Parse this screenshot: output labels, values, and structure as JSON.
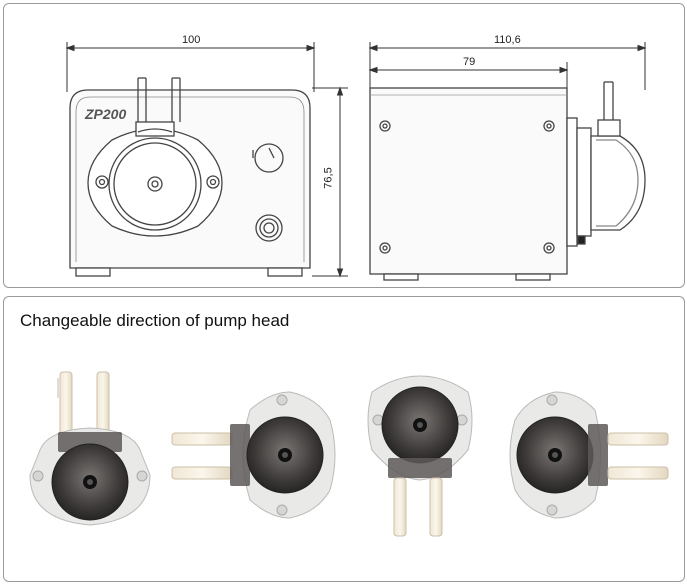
{
  "drawing": {
    "model_label": "ZP200",
    "dimensions": {
      "front_width": "100",
      "side_total_width": "110,6",
      "side_body_width": "79",
      "height": "76,5"
    }
  },
  "photos": {
    "caption": "Changeable direction of pump head",
    "orientations": [
      "tubes-up",
      "tubes-left",
      "tubes-down",
      "tubes-right"
    ]
  }
}
